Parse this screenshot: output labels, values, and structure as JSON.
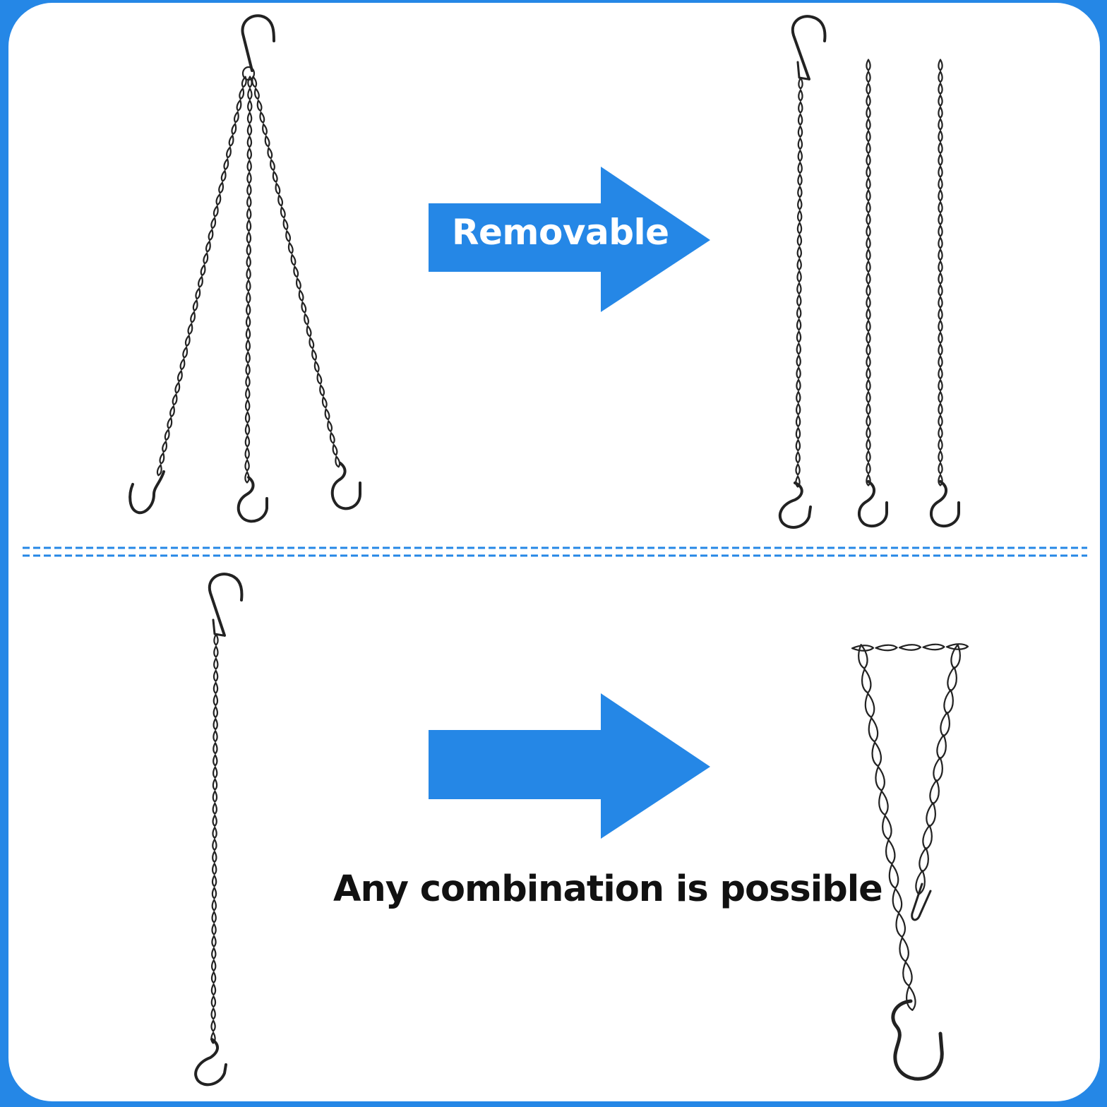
{
  "top_arrow": {
    "label": "Removable",
    "color": "#2587e6"
  },
  "bottom_arrow": {
    "color": "#2587e6"
  },
  "caption": "Any combination is possible",
  "divider": {
    "color": "#2587e6",
    "style": "double-dashed"
  },
  "background_color": "#2587e6",
  "chain_color": "#222222",
  "illustrations": {
    "top_left": "three-chain-hanger-with-hooks",
    "top_right": "three-separate-chains-with-hooks",
    "bottom_left": "single-chain-with-hooks",
    "bottom_right": "looped-chain-with-hook"
  }
}
